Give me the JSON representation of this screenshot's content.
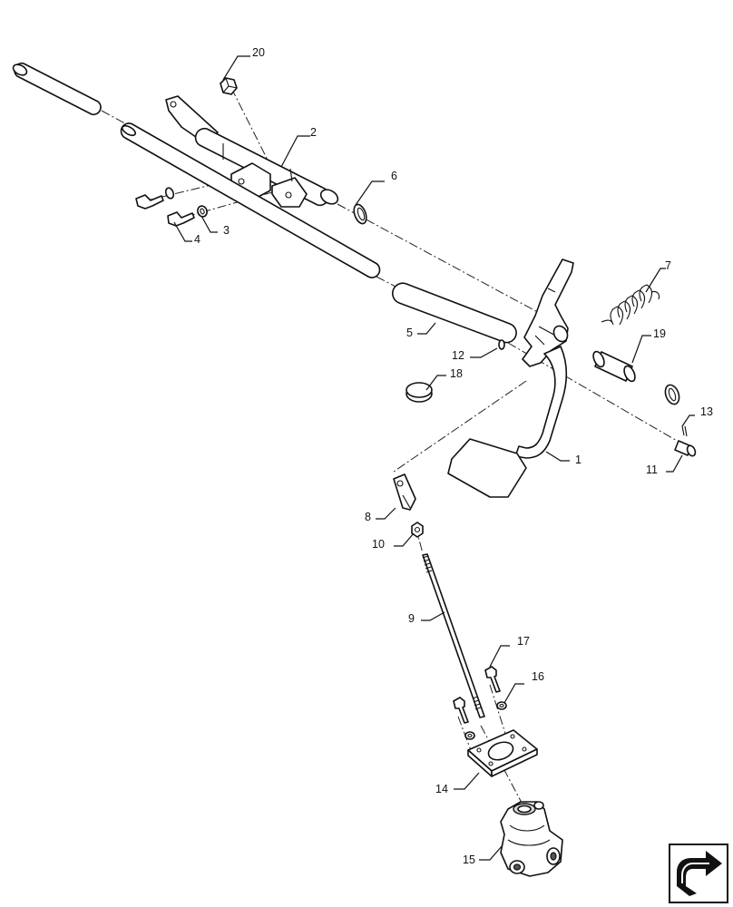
{
  "callouts": {
    "c1": "1",
    "c2": "2",
    "c3": "3",
    "c4": "4",
    "c5": "5",
    "c6": "6",
    "c7": "7",
    "c8": "8",
    "c9": "9",
    "c10": "10",
    "c11": "11",
    "c12": "12",
    "c13": "13",
    "c14": "14",
    "c15": "15",
    "c16": "16",
    "c17": "17",
    "c18": "18",
    "c19": "19",
    "c20": "20"
  },
  "nav_icon": "next-page-arrow-icon"
}
